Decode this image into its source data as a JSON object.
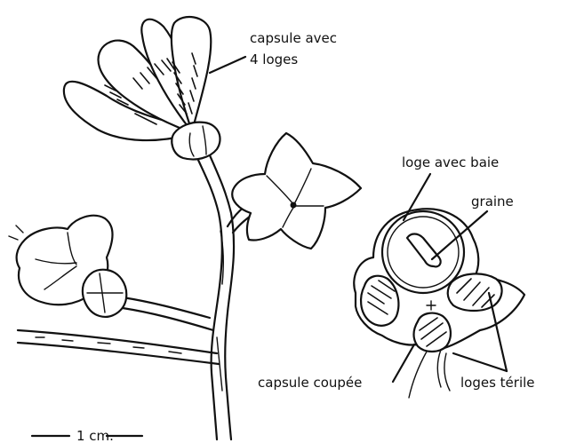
{
  "labels": {
    "capsule_line1": "capsule avec",
    "capsule_line2": "4 loges",
    "loge_baie": "loge avec baie",
    "graine": "graine",
    "capsule_coupee": "capsule coupée",
    "loges_sterile": "loges térile",
    "scale": "1 cm."
  },
  "colors": {
    "ink": "#111111",
    "paper": "#ffffff"
  }
}
